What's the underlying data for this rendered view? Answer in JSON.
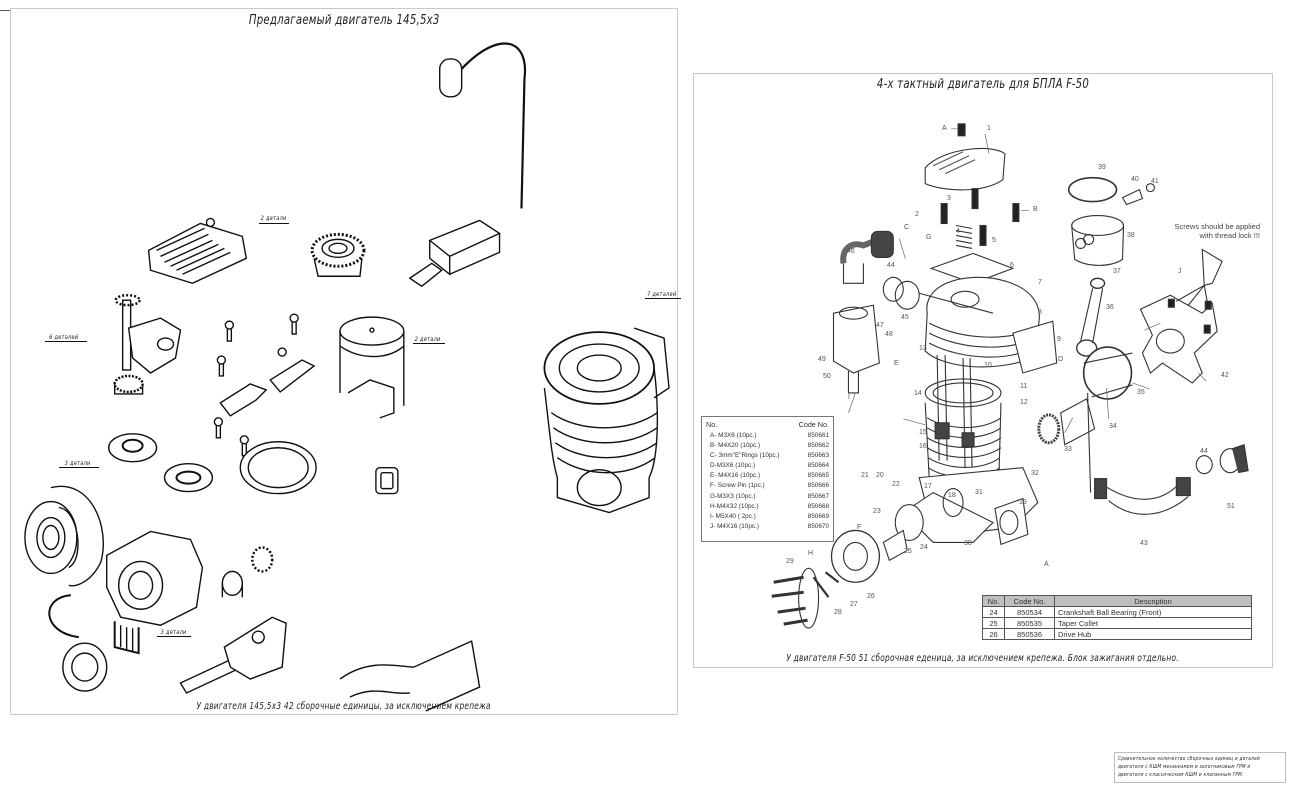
{
  "left_panel": {
    "title": "Предлагаемый двигатель 145,5х3",
    "caption": "У двигателя 145,5х3 42 сборочные единицы, за исключением крепежа",
    "part_tags": [
      {
        "label": "2 детали",
        "part": "cylinder-head"
      },
      {
        "label": "7 деталей",
        "part": "crankcase-cylinder"
      },
      {
        "label": "2 детали",
        "part": "piston"
      },
      {
        "label": "6 деталей",
        "part": "valve-train"
      },
      {
        "label": "3 детали",
        "part": "drive-hub"
      },
      {
        "label": "3 детали",
        "part": "crankcase-front"
      }
    ]
  },
  "right_panel": {
    "title": "4-х тактный двигатель для БПЛА F-50",
    "caption": "У двигателя F-50 51 сборочная еденица, за исключением крепежа. Блок зажигания отдельно.",
    "thread_note": [
      "Screws should be applied",
      "with thread lock !!!"
    ],
    "callouts": [
      "A",
      "1",
      "2",
      "3",
      "4",
      "5",
      "6",
      "7",
      "8",
      "9",
      "10",
      "11",
      "12",
      "13",
      "14",
      "15",
      "16",
      "17",
      "18",
      "19",
      "20",
      "21",
      "22",
      "23",
      "24",
      "25",
      "26",
      "27",
      "28",
      "29",
      "30",
      "31",
      "32",
      "33",
      "34",
      "35",
      "36",
      "37",
      "38",
      "39",
      "40",
      "41",
      "42",
      "43",
      "44",
      "45",
      "46",
      "47",
      "48",
      "49",
      "50",
      "51",
      "B",
      "C",
      "D",
      "E",
      "F",
      "G",
      "H",
      "I",
      "J"
    ],
    "fastener_table": {
      "headers": [
        "No.",
        "Code No."
      ],
      "rows": [
        {
          "item": "A- M3X6 (10pc.)",
          "code": "850661"
        },
        {
          "item": "B- M4X20 (10pc.)",
          "code": "850662"
        },
        {
          "item": "C- 3mm\"E\"Rings (10pc.)",
          "code": "850663"
        },
        {
          "item": "D-M3X6 (10pc.)",
          "code": "850664"
        },
        {
          "item": "E- M4X16 (10pc.)",
          "code": "850665"
        },
        {
          "item": "F- Screw Pin (1pc.)",
          "code": "850666"
        },
        {
          "item": "G-M3X3 (10pc.)",
          "code": "850667"
        },
        {
          "item": "H-M4X32 (10pc.)",
          "code": "850668"
        },
        {
          "item": "I- M5X40 ( 2pc.)",
          "code": "850669"
        },
        {
          "item": "J- M4X16 (10pc.)",
          "code": "850670"
        }
      ]
    },
    "parts_table": {
      "headers": [
        "No.",
        "Code No.",
        "Description"
      ],
      "rows": [
        {
          "no": "24",
          "code": "850534",
          "desc": "Crankshaft Ball Bearing (Front)"
        },
        {
          "no": "25",
          "code": "850535",
          "desc": "Taper Collet"
        },
        {
          "no": "26",
          "code": "850536",
          "desc": "Drive Hub"
        }
      ]
    }
  },
  "note_box": {
    "lines": [
      "Сравнительное количество сборочных единиц и деталей",
      "двигателя с КШМ механизмом и золотниковым ГРМ и",
      "двигателя с классическим КШМ и клапанным ГРМ."
    ]
  }
}
